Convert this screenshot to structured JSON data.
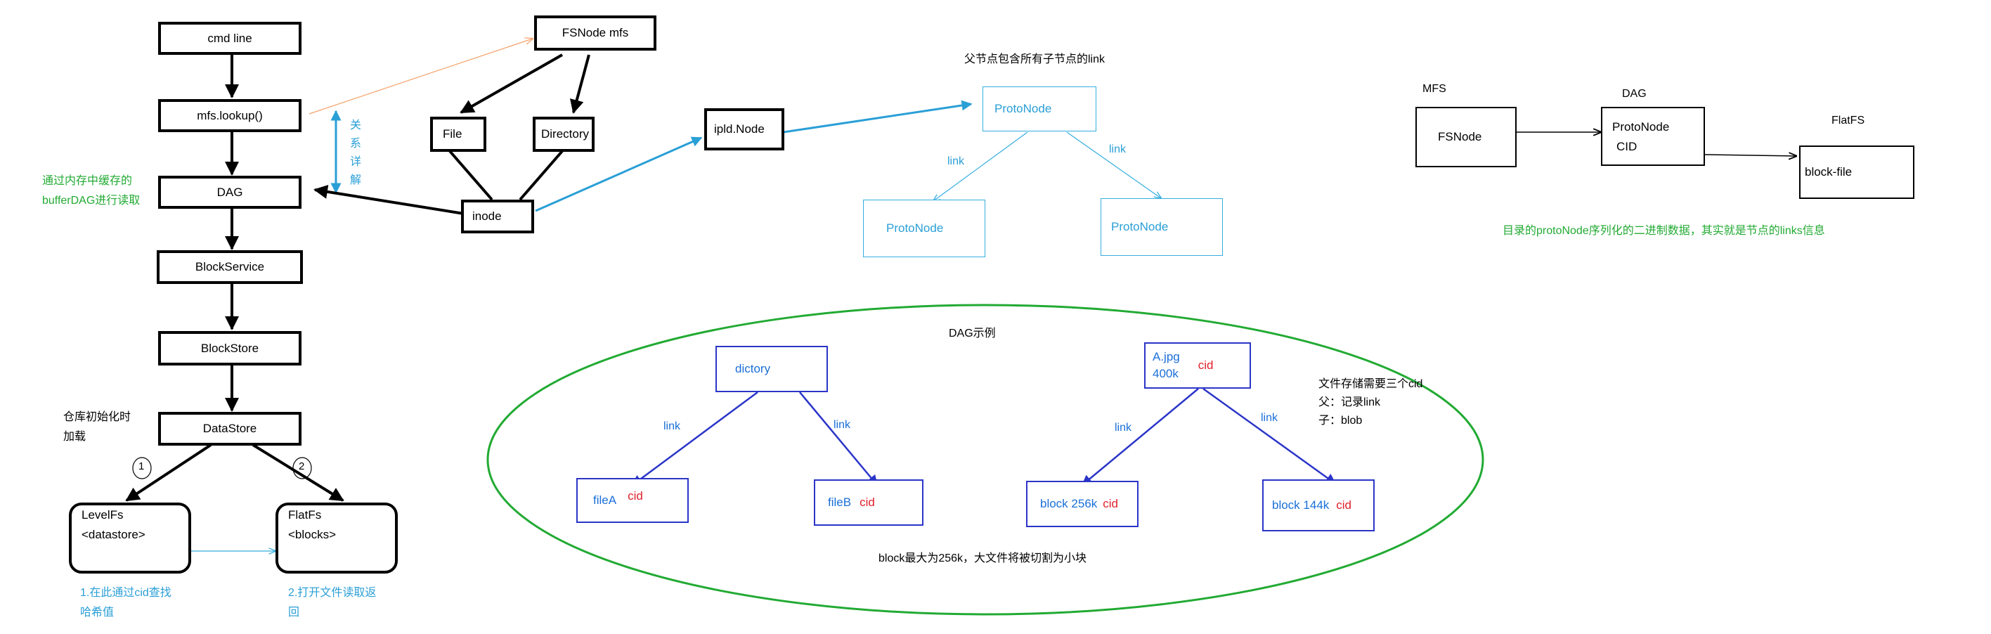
{
  "left": {
    "cmd_line": "cmd line",
    "mfs_lookup": "mfs.lookup()",
    "dag": "DAG",
    "block_service": "BlockService",
    "block_store": "BlockStore",
    "data_store": "DataStore",
    "level_fs_line1": "LevelFs",
    "level_fs_line2": "<datastore>",
    "flat_fs_line1": "FlatFs",
    "flat_fs_line2": "<blocks>",
    "cache_note_line1": "通过内存中缓存的",
    "cache_note_line2": "bufferDAG进行读取",
    "init_note_line1": "仓库初始化时",
    "init_note_line2": "加载",
    "levelfs_note_line1": "1.在此通过cid查找",
    "levelfs_note_line2": "哈希值",
    "flatfs_note_line1": "2.打开文件读取返",
    "flatfs_note_line2": "回",
    "circle_1": "1",
    "circle_2": "2",
    "relation_label": [
      "关",
      "系",
      "详",
      "解"
    ]
  },
  "middle": {
    "fsnode_mfs": "FSNode mfs",
    "file": "File",
    "directory": "Directory",
    "inode": "inode",
    "ipld_node": "ipld.Node"
  },
  "proto": {
    "title": "父节点包含所有子节点的link",
    "top_node": "ProtoNode",
    "left_node": "ProtoNode",
    "right_node": "ProtoNode",
    "link_left": "link",
    "link_right": "link"
  },
  "right": {
    "mfs": "MFS",
    "fsnode": "FSNode",
    "dag": "DAG",
    "protonode": "ProtoNode",
    "cid": "CID",
    "flatfs": "FlatFS",
    "block_file": "block-file",
    "note": "目录的protoNode序列化的二进制数据，其实就是节点的links信息"
  },
  "example": {
    "title": "DAG示例",
    "dictory": "dictory",
    "link_1": "link",
    "link_2": "link",
    "file_a": "fileA",
    "file_a_cid": "cid",
    "file_b": "fileB",
    "file_b_cid": "cid",
    "a_jpg_line1": "A.jpg",
    "a_jpg_line2": "400k",
    "a_jpg_cid": "cid",
    "link_3": "link",
    "link_4": "link",
    "block_256": "block 256k",
    "block_256_cid": "cid",
    "block_144": "block 144k",
    "block_144_cid": "cid",
    "storage_note_line1": "文件存储需要三个cid",
    "storage_note_line2": "父：记录link",
    "storage_note_line3": "子：blob",
    "bottom_note": "block最大为256k，大文件将被切割为小块"
  },
  "colors": {
    "green": "#22aa33",
    "cyan": "#2a9fd6",
    "blue": "#2b35c8",
    "red": "#e0202a",
    "orange": "#f5a26a",
    "black": "#000000"
  }
}
